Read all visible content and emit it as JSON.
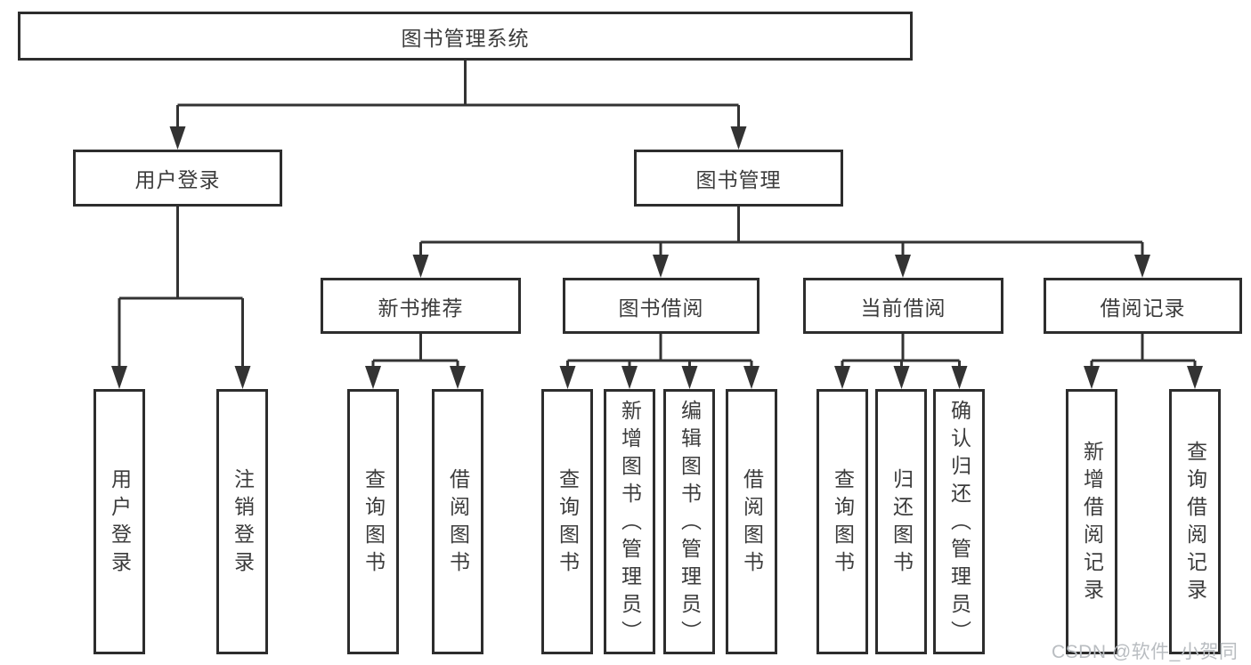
{
  "diagram": {
    "root": {
      "label": "图书管理系统",
      "children": [
        {
          "label": "用户登录",
          "children": [
            {
              "label": "用户登录"
            },
            {
              "label": "注销登录"
            }
          ]
        },
        {
          "label": "图书管理",
          "children": [
            {
              "label": "新书推荐",
              "children": [
                {
                  "label": "查询图书"
                },
                {
                  "label": "借阅图书"
                }
              ]
            },
            {
              "label": "图书借阅",
              "children": [
                {
                  "label": "查询图书"
                },
                {
                  "label": "新增图书（管理员）"
                },
                {
                  "label": "编辑图书（管理员）"
                },
                {
                  "label": "借阅图书"
                }
              ]
            },
            {
              "label": "当前借阅",
              "children": [
                {
                  "label": "查询图书"
                },
                {
                  "label": "归还图书"
                },
                {
                  "label": "确认归还（管理员）"
                }
              ]
            },
            {
              "label": "借阅记录",
              "children": [
                {
                  "label": "新增借阅记录"
                },
                {
                  "label": "查询借阅记录"
                }
              ]
            }
          ]
        }
      ]
    }
  },
  "watermark": {
    "text": "CSDN @软件_小贺同学"
  },
  "colors": {
    "background": "#ffffff",
    "line": "#333333",
    "box_border": "#2d2d2d",
    "box_fill": "#ffffff",
    "text": "#3c3c3c",
    "watermark": "#b9bdc1"
  }
}
